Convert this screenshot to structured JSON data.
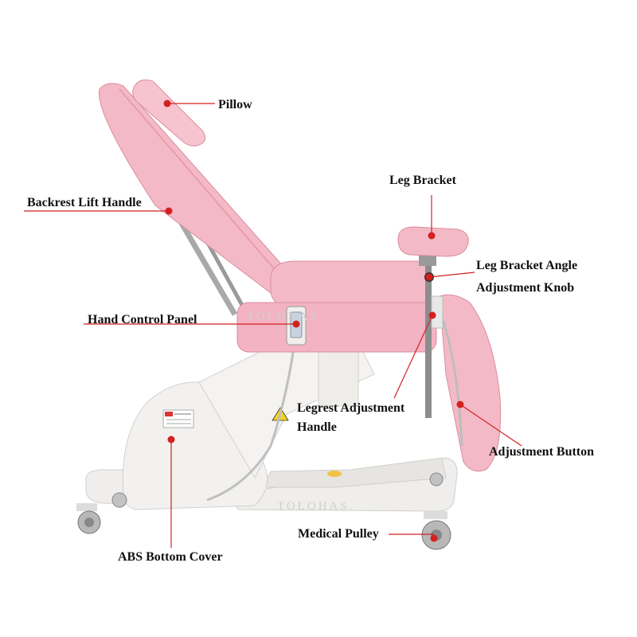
{
  "colors": {
    "cushion": "#f4b9c6",
    "cushion_shade": "#e99cae",
    "frame": "#ecebe8",
    "metal": "#9a9a9a",
    "callout": "#d42020",
    "text": "#111111"
  },
  "watermark": {
    "upper": "TOLOHAS",
    "lower": "TOLOHAS."
  },
  "labels": {
    "pillow": "Pillow",
    "leg_bracket": "Leg Bracket",
    "backrest_lift_handle": "Backrest Lift Handle",
    "leg_bracket_angle_line1": "Leg Bracket Angle",
    "leg_bracket_angle_line2": "Adjustment Knob",
    "hand_control_panel": "Hand Control Panel",
    "legrest_adjustment_line1": "Legrest Adjustment",
    "legrest_adjustment_line2": "Handle",
    "adjustment_button": "Adjustment Button",
    "medical_pulley": "Medical Pulley",
    "abs_bottom_cover": "ABS Bottom Cover"
  }
}
